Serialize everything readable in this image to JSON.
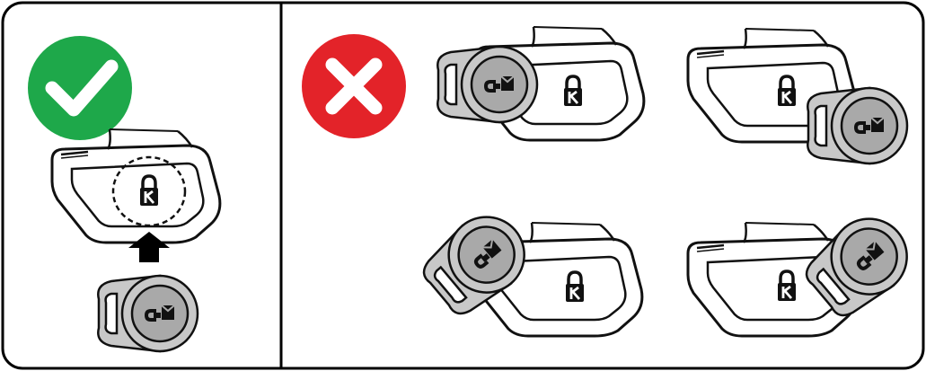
{
  "panels": [
    {
      "verdict": "correct",
      "icon": "check-icon",
      "color": "#1ea84a"
    },
    {
      "verdict": "incorrect",
      "icon": "cross-icon",
      "color": "#e32329"
    }
  ],
  "scenes": {
    "correct": {
      "description_icon": "arrow-up-icon",
      "placement": "tag-held-below-device-aligned-with-dashed-circle"
    },
    "incorrect": [
      "tag-over-left-end",
      "tag-over-right-end",
      "tag-rotated-left-end",
      "tag-rotated-right-end"
    ]
  },
  "colors": {
    "outline": "#111111",
    "tag_fill": "#c8c8c8",
    "tag_inner": "#a9a9a9",
    "frame": "#000000"
  }
}
